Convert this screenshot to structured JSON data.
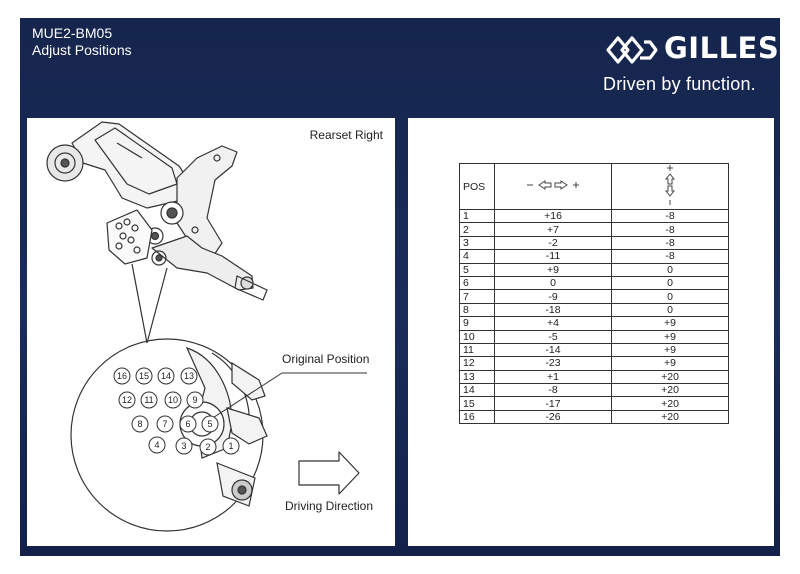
{
  "header": {
    "doc_code": "MUE2-BM05",
    "doc_title": "Adjust Positions",
    "brand": "GILLES",
    "tagline": "Driven by function.",
    "logo_icon": "gilles-logo-icon"
  },
  "drawing": {
    "view_label": "Rearset Right",
    "original_position_label": "Original Position",
    "driving_direction_label": "Driving Direction",
    "position_numbers": [
      "1",
      "2",
      "3",
      "4",
      "5",
      "6",
      "7",
      "8",
      "9",
      "10",
      "11",
      "12",
      "13",
      "14",
      "15",
      "16"
    ]
  },
  "table": {
    "header_pos": "POS",
    "header_horizontal": "- ⇦⇨ +",
    "header_vertical": "+ ⇧⇩ -",
    "rows": [
      {
        "pos": "1",
        "h": "+16",
        "v": "-8"
      },
      {
        "pos": "2",
        "h": "+7",
        "v": "-8"
      },
      {
        "pos": "3",
        "h": "-2",
        "v": "-8"
      },
      {
        "pos": "4",
        "h": "-11",
        "v": "-8"
      },
      {
        "pos": "5",
        "h": "+9",
        "v": "0"
      },
      {
        "pos": "6",
        "h": "0",
        "v": "0"
      },
      {
        "pos": "7",
        "h": "-9",
        "v": "0"
      },
      {
        "pos": "8",
        "h": "-18",
        "v": "0"
      },
      {
        "pos": "9",
        "h": "+4",
        "v": "+9"
      },
      {
        "pos": "10",
        "h": "-5",
        "v": "+9"
      },
      {
        "pos": "11",
        "h": "-14",
        "v": "+9"
      },
      {
        "pos": "12",
        "h": "-23",
        "v": "+9"
      },
      {
        "pos": "13",
        "h": "+1",
        "v": "+20"
      },
      {
        "pos": "14",
        "h": "-8",
        "v": "+20"
      },
      {
        "pos": "15",
        "h": "-17",
        "v": "+20"
      },
      {
        "pos": "16",
        "h": "-26",
        "v": "+20"
      }
    ]
  },
  "colors": {
    "background": "#1a2c5a",
    "panel": "#ffffff",
    "ink": "#222222"
  }
}
